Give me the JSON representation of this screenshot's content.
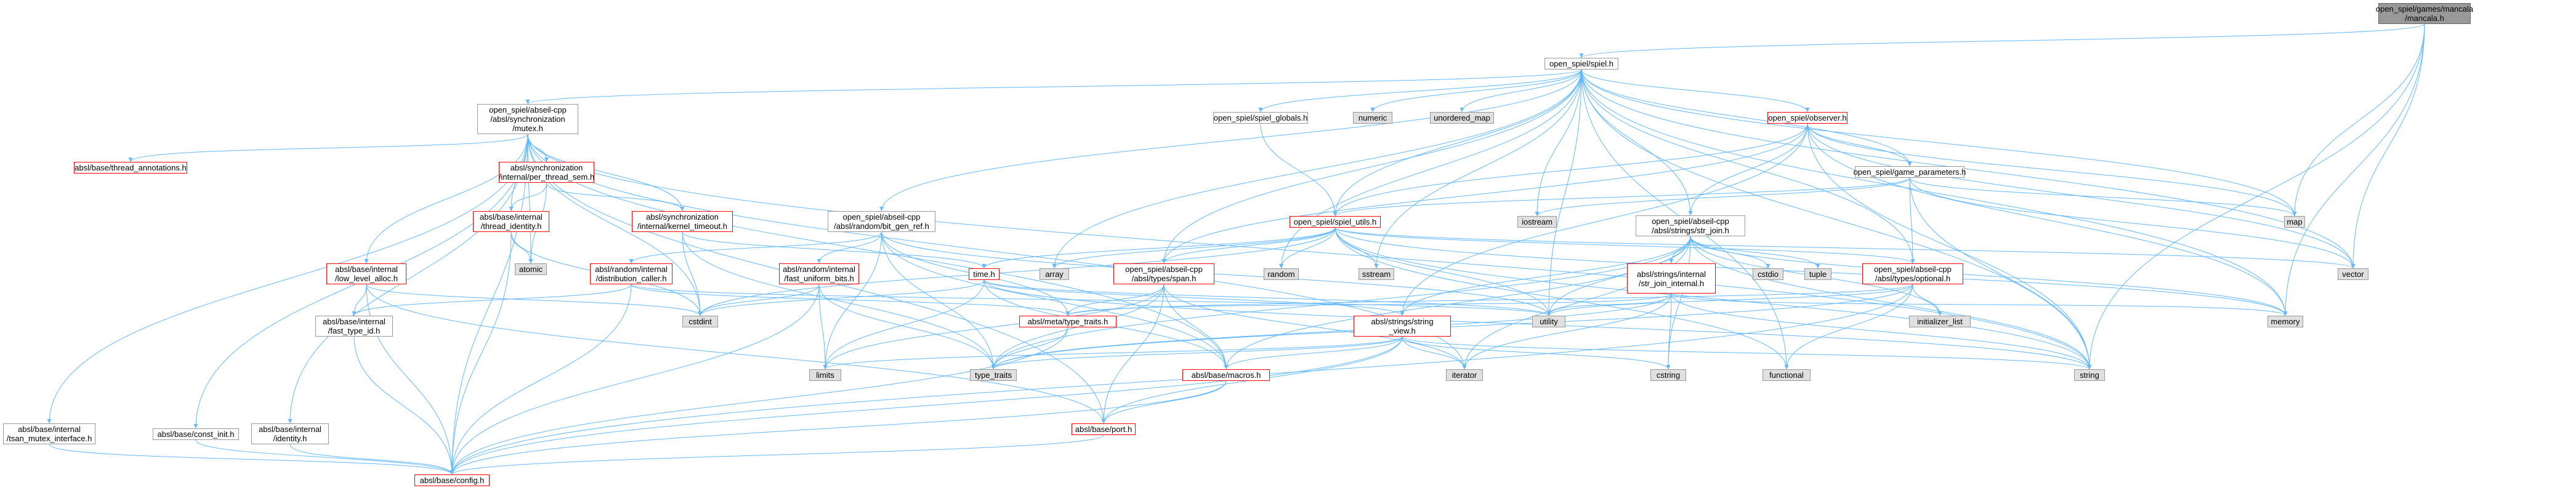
{
  "graph": {
    "edge_color": "#63b8ff",
    "nodes": [
      {
        "id": "root",
        "label": "open_spiel/games/mancala\n/mancala.h",
        "kind": "root"
      },
      {
        "id": "spiel",
        "label": "open_spiel/spiel.h",
        "kind": "link"
      },
      {
        "id": "mutex",
        "label": "open_spiel/abseil-cpp\n/absl/synchronization\n/mutex.h",
        "kind": "link"
      },
      {
        "id": "spiel_globals",
        "label": "open_spiel/spiel_globals.h",
        "kind": "link"
      },
      {
        "id": "numeric",
        "label": "numeric",
        "kind": "sys"
      },
      {
        "id": "unordered_map",
        "label": "unordered_map",
        "kind": "sys"
      },
      {
        "id": "observer",
        "label": "open_spiel/observer.h",
        "kind": "red"
      },
      {
        "id": "thread_annotations",
        "label": "absl/base/thread_annotations.h",
        "kind": "red"
      },
      {
        "id": "per_thread_sem",
        "label": "absl/synchronization\n/internal/per_thread_sem.h",
        "kind": "red"
      },
      {
        "id": "game_parameters",
        "label": "open_spiel/game_parameters.h",
        "kind": "link"
      },
      {
        "id": "map",
        "label": "map",
        "kind": "sys"
      },
      {
        "id": "thread_identity",
        "label": "absl/base/internal\n/thread_identity.h",
        "kind": "red"
      },
      {
        "id": "kernel_timeout",
        "label": "absl/synchronization\n/internal/kernel_timeout.h",
        "kind": "red"
      },
      {
        "id": "bit_gen_ref",
        "label": "open_spiel/abseil-cpp\n/absl/random/bit_gen_ref.h",
        "kind": "link"
      },
      {
        "id": "spiel_utils",
        "label": "open_spiel/spiel_utils.h",
        "kind": "red"
      },
      {
        "id": "iostream",
        "label": "iostream",
        "kind": "sys"
      },
      {
        "id": "str_join",
        "label": "open_spiel/abseil-cpp\n/absl/strings/str_join.h",
        "kind": "link"
      },
      {
        "id": "atomic",
        "label": "atomic",
        "kind": "sys"
      },
      {
        "id": "low_level_alloc",
        "label": "absl/base/internal\n/low_level_alloc.h",
        "kind": "red"
      },
      {
        "id": "distribution_caller",
        "label": "absl/random/internal\n/distribution_caller.h",
        "kind": "red"
      },
      {
        "id": "fast_uniform_bits",
        "label": "absl/random/internal\n/fast_uniform_bits.h",
        "kind": "red"
      },
      {
        "id": "time",
        "label": "time.h",
        "kind": "red"
      },
      {
        "id": "array",
        "label": "array",
        "kind": "sys"
      },
      {
        "id": "span",
        "label": "open_spiel/abseil-cpp\n/absl/types/span.h",
        "kind": "red"
      },
      {
        "id": "random",
        "label": "random",
        "kind": "sys"
      },
      {
        "id": "sstream",
        "label": "sstream",
        "kind": "sys"
      },
      {
        "id": "str_join_internal",
        "label": "absl/strings/internal\n/str_join_internal.h",
        "kind": "red"
      },
      {
        "id": "cstdio",
        "label": "cstdio",
        "kind": "sys"
      },
      {
        "id": "tuple",
        "label": "tuple",
        "kind": "sys"
      },
      {
        "id": "optional",
        "label": "open_spiel/abseil-cpp\n/absl/types/optional.h",
        "kind": "red"
      },
      {
        "id": "vector",
        "label": "vector",
        "kind": "sys"
      },
      {
        "id": "fast_type_id",
        "label": "absl/base/internal\n/fast_type_id.h",
        "kind": "link"
      },
      {
        "id": "cstdint",
        "label": "cstdint",
        "kind": "sys"
      },
      {
        "id": "type_traits_h",
        "label": "absl/meta/type_traits.h",
        "kind": "red"
      },
      {
        "id": "string_view",
        "label": "absl/strings/string\n_view.h",
        "kind": "red"
      },
      {
        "id": "utility",
        "label": "utility",
        "kind": "sys"
      },
      {
        "id": "initializer_list",
        "label": "initializer_list",
        "kind": "sys"
      },
      {
        "id": "memory",
        "label": "memory",
        "kind": "sys"
      },
      {
        "id": "limits",
        "label": "limits",
        "kind": "sys"
      },
      {
        "id": "type_traits",
        "label": "type_traits",
        "kind": "sys"
      },
      {
        "id": "macros",
        "label": "absl/base/macros.h",
        "kind": "red"
      },
      {
        "id": "iterator",
        "label": "iterator",
        "kind": "sys"
      },
      {
        "id": "cstring",
        "label": "cstring",
        "kind": "sys"
      },
      {
        "id": "functional",
        "label": "functional",
        "kind": "sys"
      },
      {
        "id": "string",
        "label": "string",
        "kind": "sys"
      },
      {
        "id": "tsan_mutex",
        "label": "absl/base/internal\n/tsan_mutex_interface.h",
        "kind": "link"
      },
      {
        "id": "const_init",
        "label": "absl/base/const_init.h",
        "kind": "link"
      },
      {
        "id": "identity",
        "label": "absl/base/internal\n/identity.h",
        "kind": "link"
      },
      {
        "id": "port",
        "label": "absl/base/port.h",
        "kind": "red"
      },
      {
        "id": "config",
        "label": "absl/base/config.h",
        "kind": "red"
      }
    ],
    "edges": [
      [
        "root",
        "spiel"
      ],
      [
        "root",
        "map"
      ],
      [
        "root",
        "memory"
      ],
      [
        "root",
        "string"
      ],
      [
        "root",
        "vector"
      ],
      [
        "spiel",
        "mutex"
      ],
      [
        "spiel",
        "bit_gen_ref"
      ],
      [
        "spiel",
        "spiel_globals"
      ],
      [
        "spiel",
        "numeric"
      ],
      [
        "spiel",
        "unordered_map"
      ],
      [
        "spiel",
        "observer"
      ],
      [
        "spiel",
        "game_parameters"
      ],
      [
        "spiel",
        "spiel_utils"
      ],
      [
        "spiel",
        "iostream"
      ],
      [
        "spiel",
        "str_join"
      ],
      [
        "spiel",
        "span"
      ],
      [
        "spiel",
        "optional"
      ],
      [
        "spiel",
        "array"
      ],
      [
        "spiel",
        "random"
      ],
      [
        "spiel",
        "sstream"
      ],
      [
        "spiel",
        "utility"
      ],
      [
        "spiel",
        "vector"
      ],
      [
        "spiel",
        "map"
      ],
      [
        "spiel",
        "memory"
      ],
      [
        "spiel",
        "string"
      ],
      [
        "spiel",
        "functional"
      ],
      [
        "mutex",
        "thread_annotations"
      ],
      [
        "mutex",
        "per_thread_sem"
      ],
      [
        "mutex",
        "thread_identity"
      ],
      [
        "mutex",
        "kernel_timeout"
      ],
      [
        "mutex",
        "low_level_alloc"
      ],
      [
        "mutex",
        "atomic"
      ],
      [
        "mutex",
        "cstdint"
      ],
      [
        "mutex",
        "tsan_mutex"
      ],
      [
        "mutex",
        "const_init"
      ],
      [
        "mutex",
        "identity"
      ],
      [
        "mutex",
        "port"
      ],
      [
        "mutex",
        "macros"
      ],
      [
        "mutex",
        "string"
      ],
      [
        "mutex",
        "iterator"
      ],
      [
        "mutex",
        "config"
      ],
      [
        "per_thread_sem",
        "thread_identity"
      ],
      [
        "per_thread_sem",
        "kernel_timeout"
      ],
      [
        "per_thread_sem",
        "atomic"
      ],
      [
        "thread_identity",
        "atomic"
      ],
      [
        "thread_identity",
        "cstdint"
      ],
      [
        "thread_identity",
        "config"
      ],
      [
        "kernel_timeout",
        "time"
      ],
      [
        "kernel_timeout",
        "cstdint"
      ],
      [
        "kernel_timeout",
        "type_traits"
      ],
      [
        "low_level_alloc",
        "fast_type_id"
      ],
      [
        "low_level_alloc",
        "cstdint"
      ],
      [
        "low_level_alloc",
        "port"
      ],
      [
        "low_level_alloc",
        "config"
      ],
      [
        "bit_gen_ref",
        "distribution_caller"
      ],
      [
        "bit_gen_ref",
        "fast_uniform_bits"
      ],
      [
        "bit_gen_ref",
        "type_traits_h"
      ],
      [
        "bit_gen_ref",
        "limits"
      ],
      [
        "bit_gen_ref",
        "type_traits"
      ],
      [
        "bit_gen_ref",
        "utility"
      ],
      [
        "bit_gen_ref",
        "macros"
      ],
      [
        "distribution_caller",
        "fast_type_id"
      ],
      [
        "distribution_caller",
        "type_traits_h"
      ],
      [
        "distribution_caller",
        "utility"
      ],
      [
        "distribution_caller",
        "config"
      ],
      [
        "fast_uniform_bits",
        "limits"
      ],
      [
        "fast_uniform_bits",
        "type_traits"
      ],
      [
        "fast_uniform_bits",
        "cstdint"
      ],
      [
        "fast_uniform_bits",
        "config"
      ],
      [
        "time",
        "cstdint"
      ],
      [
        "time",
        "limits"
      ],
      [
        "time",
        "string"
      ],
      [
        "time",
        "utility"
      ],
      [
        "time",
        "macros"
      ],
      [
        "time",
        "string_view"
      ],
      [
        "spiel_globals",
        "spiel_utils"
      ],
      [
        "observer",
        "spiel_utils"
      ],
      [
        "observer",
        "game_parameters"
      ],
      [
        "observer",
        "str_join"
      ],
      [
        "observer",
        "string_view"
      ],
      [
        "observer",
        "span"
      ],
      [
        "observer",
        "map"
      ],
      [
        "observer",
        "memory"
      ],
      [
        "observer",
        "string"
      ],
      [
        "observer",
        "vector"
      ],
      [
        "game_parameters",
        "spiel_utils"
      ],
      [
        "game_parameters",
        "optional"
      ],
      [
        "game_parameters",
        "map"
      ],
      [
        "game_parameters",
        "string"
      ],
      [
        "game_parameters",
        "iostream"
      ],
      [
        "game_parameters",
        "vector"
      ],
      [
        "spiel_utils",
        "time"
      ],
      [
        "spiel_utils",
        "span"
      ],
      [
        "spiel_utils",
        "array"
      ],
      [
        "spiel_utils",
        "random"
      ],
      [
        "spiel_utils",
        "sstream"
      ],
      [
        "spiel_utils",
        "optional"
      ],
      [
        "spiel_utils",
        "cstdint"
      ],
      [
        "spiel_utils",
        "string"
      ],
      [
        "spiel_utils",
        "vector"
      ],
      [
        "spiel_utils",
        "utility"
      ],
      [
        "spiel_utils",
        "memory"
      ],
      [
        "spiel_utils",
        "functional"
      ],
      [
        "str_join",
        "str_join_internal"
      ],
      [
        "str_join",
        "string_view"
      ],
      [
        "str_join",
        "macros"
      ],
      [
        "str_join",
        "cstdio"
      ],
      [
        "str_join",
        "tuple"
      ],
      [
        "str_join",
        "initializer_list"
      ],
      [
        "str_join",
        "iterator"
      ],
      [
        "str_join",
        "string"
      ],
      [
        "str_join",
        "type_traits"
      ],
      [
        "str_join",
        "utility"
      ],
      [
        "str_join",
        "cstring"
      ],
      [
        "str_join",
        "memory"
      ],
      [
        "str_join_internal",
        "type_traits_h"
      ],
      [
        "str_join_internal",
        "cstring"
      ],
      [
        "str_join_internal",
        "iterator"
      ],
      [
        "str_join_internal",
        "memory"
      ],
      [
        "str_join_internal",
        "string"
      ],
      [
        "str_join_internal",
        "type_traits"
      ],
      [
        "str_join_internal",
        "utility"
      ],
      [
        "span",
        "type_traits_h"
      ],
      [
        "span",
        "macros"
      ],
      [
        "span",
        "port"
      ],
      [
        "span",
        "type_traits"
      ],
      [
        "span",
        "limits"
      ],
      [
        "span",
        "iterator"
      ],
      [
        "optional",
        "type_traits_h"
      ],
      [
        "optional",
        "utility"
      ],
      [
        "optional",
        "initializer_list"
      ],
      [
        "optional",
        "functional"
      ],
      [
        "optional",
        "config"
      ],
      [
        "optional",
        "type_traits"
      ],
      [
        "type_traits_h",
        "type_traits"
      ],
      [
        "type_traits_h",
        "config"
      ],
      [
        "string_view",
        "macros"
      ],
      [
        "string_view",
        "port"
      ],
      [
        "string_view",
        "limits"
      ],
      [
        "string_view",
        "iterator"
      ],
      [
        "string_view",
        "cstring"
      ],
      [
        "string_view",
        "string"
      ],
      [
        "string_view",
        "type_traits"
      ],
      [
        "string_view",
        "config"
      ],
      [
        "macros",
        "port"
      ],
      [
        "macros",
        "config"
      ],
      [
        "fast_type_id",
        "config"
      ],
      [
        "tsan_mutex",
        "config"
      ],
      [
        "const_init",
        "config"
      ],
      [
        "identity",
        "config"
      ],
      [
        "port",
        "config"
      ]
    ]
  }
}
